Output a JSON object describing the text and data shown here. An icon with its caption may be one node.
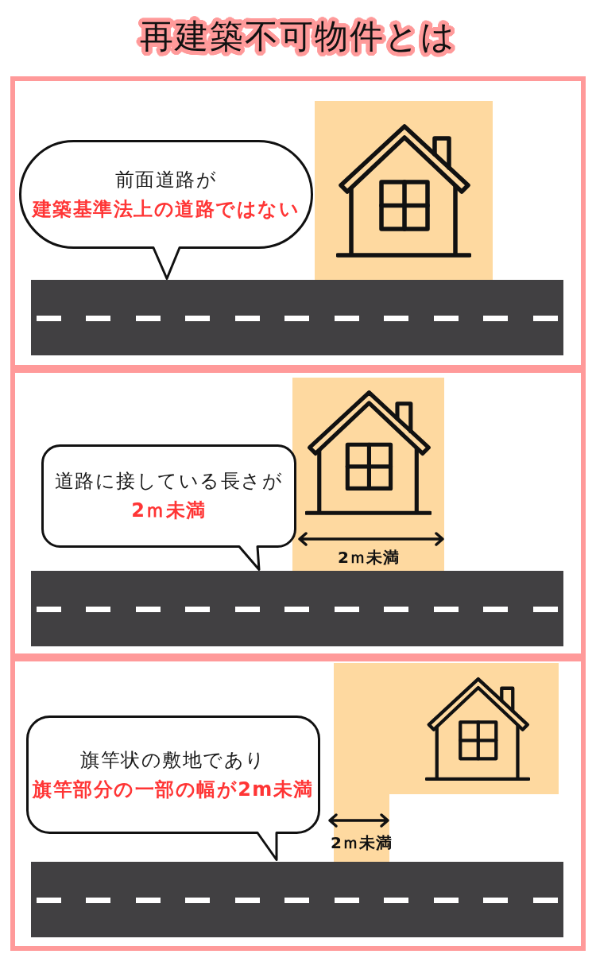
{
  "diagram": {
    "title": "再建築不可物件とは",
    "nodes": [
      {
        "text": [],
        "shape": "box"
      },
      {
        "text": [
          "前面道路が",
          "建築基準法上の道路ではない"
        ],
        "in": 0
      },
      {
        "text": [],
        "shape": "bar",
        "in": 0
      },
      {
        "text": [],
        "shape": "box"
      },
      {
        "text": [
          "道路に接している長さが",
          "2ｍ未満"
        ],
        "in": 3
      },
      {
        "text": [],
        "shape": "bar",
        "in": 3
      },
      {
        "text": [],
        "shape": "box"
      },
      {
        "text": [
          "旗竿状の敷地であり",
          "旗竿部分の一部の幅が2m未満"
        ],
        "in": 6
      },
      {
        "text": [],
        "shape": "bar",
        "in": 6
      }
    ],
    "labels": [
      "2ｍ未満",
      "2ｍ未満"
    ]
  }
}
